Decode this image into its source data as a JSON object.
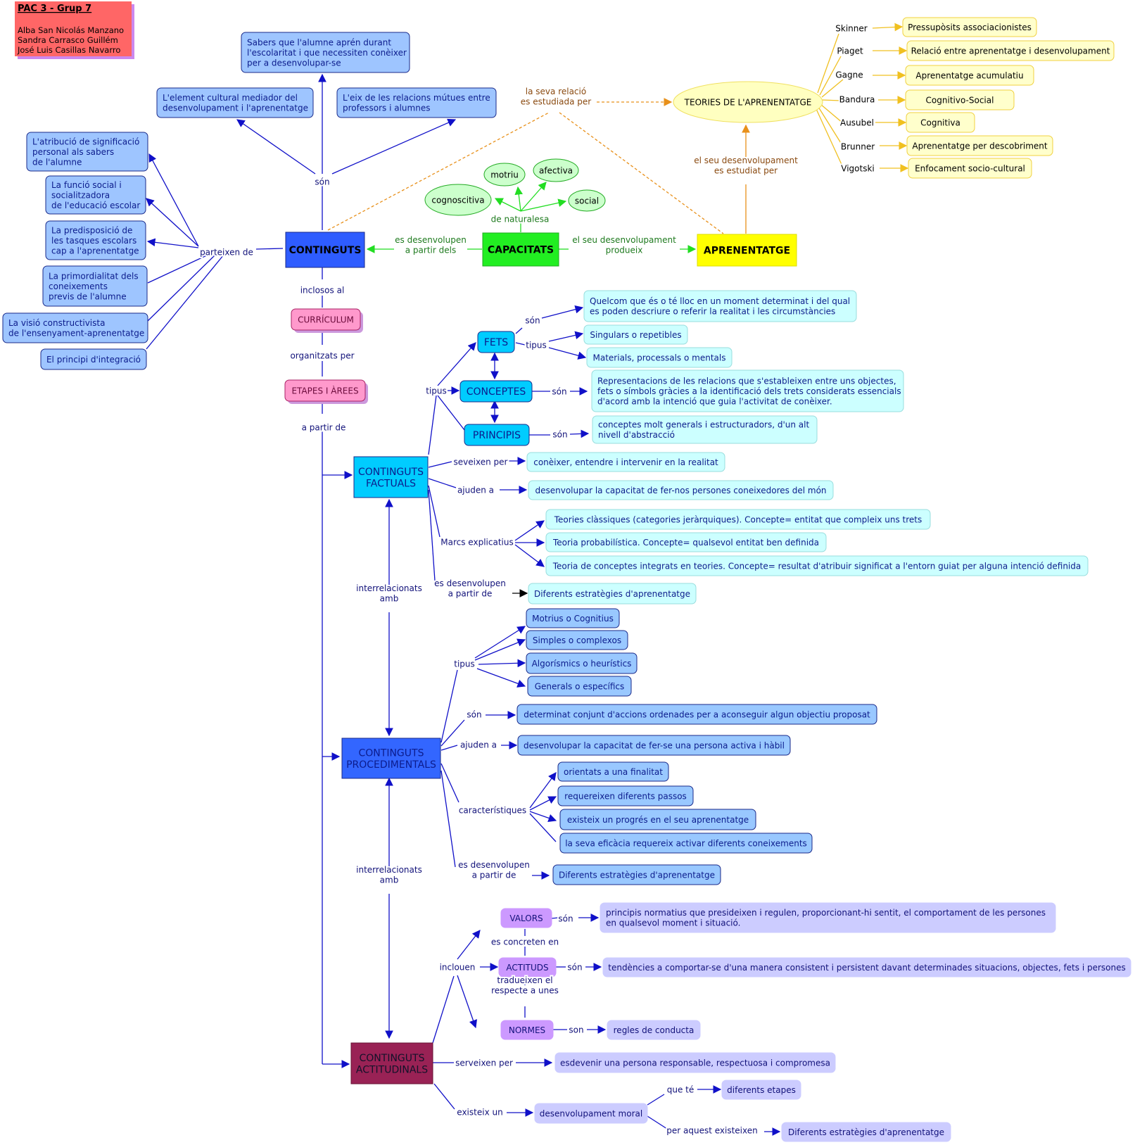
{
  "header": {
    "title": "PAC 3 - Grup 7",
    "authors": [
      "Alba San Nicolás Manzano",
      "Sandra Carrasco Guillém",
      "José Luis Casillas Navarro"
    ]
  },
  "colors": {
    "link": "#1010c8",
    "green_link": "#22dd22",
    "orange_link": "#e8901a",
    "yellow_link": "#f0c020",
    "label_dark": "#12127a",
    "label_green": "#1e7a1e",
    "label_brown": "#8a4a10"
  },
  "nodes": [
    {
      "id": "n_sabers",
      "name": "node-sabers",
      "text": "Sabers que l'alumne aprén durant\nl'escolaritat i que necessiten conèixer\nper a desenvolupar-se",
      "fill": "#9ec5ff",
      "stroke": "#1a2a8a",
      "color": "#0c1c8c"
    },
    {
      "id": "n_element",
      "name": "node-element-cultural",
      "text": "L'element cultural mediador del\ndesenvolupament i l'aprenentatge",
      "fill": "#9ec5ff",
      "stroke": "#1a2a8a",
      "color": "#0c1c8c"
    },
    {
      "id": "n_eix",
      "name": "node-eix-relacions",
      "text": "L'eix de les relacions mútues entre\nprofessors i alumnes",
      "fill": "#9ec5ff",
      "stroke": "#1a2a8a",
      "color": "#0c1c8c"
    },
    {
      "id": "n_atrib",
      "name": "node-atribucio",
      "text": "L'atribució de significació\npersonal als sabers\nde l'alumne",
      "fill": "#9ec5ff",
      "stroke": "#1a2a8a",
      "color": "#0c1c8c"
    },
    {
      "id": "n_funcio",
      "name": "node-funcio-social",
      "text": "La funció social i\nsocialitzadora\nde l'educació escolar",
      "fill": "#9ec5ff",
      "stroke": "#1a2a8a",
      "color": "#0c1c8c"
    },
    {
      "id": "n_predis",
      "name": "node-predisposicio",
      "text": "La predisposició de\nles tasques escolars\ncap a l'aprenentatge",
      "fill": "#9ec5ff",
      "stroke": "#1a2a8a",
      "color": "#0c1c8c"
    },
    {
      "id": "n_primor",
      "name": "node-primordialitat",
      "text": "La primordialitat dels\nconeixements\nprevis de l'alumne",
      "fill": "#9ec5ff",
      "stroke": "#1a2a8a",
      "color": "#0c1c8c"
    },
    {
      "id": "n_visio",
      "name": "node-visio-constructivista",
      "text": "La visió constructivista\nde l'ensenyament-aprenentatge",
      "fill": "#9ec5ff",
      "stroke": "#1a2a8a",
      "color": "#0c1c8c"
    },
    {
      "id": "n_principi",
      "name": "node-principi-integracio",
      "text": "El principi d'integració",
      "fill": "#9ec5ff",
      "stroke": "#1a2a8a",
      "color": "#0c1c8c"
    },
    {
      "id": "n_continguts",
      "name": "node-continguts",
      "text": "CONTINGUTS",
      "fill": "#2e5cff",
      "stroke": "#1a2a8a",
      "color": "#000000",
      "bold": true
    },
    {
      "id": "n_capacitats",
      "name": "node-capacitats",
      "text": "CAPACITATS",
      "fill": "#22ee22",
      "stroke": "#22aa22",
      "color": "#000000",
      "bold": true
    },
    {
      "id": "n_aprenentatge",
      "name": "node-aprenentatge",
      "text": "APRENENTATGE",
      "fill": "#ffff00",
      "stroke": "#dddd00",
      "color": "#000000",
      "bold": true
    },
    {
      "id": "n_teories",
      "name": "node-teories",
      "text": "TEORIES DE L'APRENENTATGE",
      "fill": "#ffffc0",
      "stroke": "#f0e060",
      "color": "#000000",
      "shape": "ellipse"
    },
    {
      "id": "n_motriu",
      "name": "node-motriu",
      "text": "motriu",
      "fill": "#ccffcc",
      "stroke": "#22aa22",
      "color": "#000000",
      "shape": "ellipse"
    },
    {
      "id": "n_afectiva",
      "name": "node-afectiva",
      "text": "afectiva",
      "fill": "#ccffcc",
      "stroke": "#22aa22",
      "color": "#000000",
      "shape": "ellipse"
    },
    {
      "id": "n_cognos",
      "name": "node-cognoscitiva",
      "text": "cognoscitiva",
      "fill": "#ccffcc",
      "stroke": "#22aa22",
      "color": "#000000",
      "shape": "ellipse"
    },
    {
      "id": "n_social",
      "name": "node-social",
      "text": "social",
      "fill": "#ccffcc",
      "stroke": "#22aa22",
      "color": "#000000",
      "shape": "ellipse"
    },
    {
      "id": "n_t1",
      "name": "node-pressuposits",
      "text": "Pressupòsits associacionistes",
      "fill": "#ffffcc",
      "stroke": "#f0d040",
      "color": "#000000"
    },
    {
      "id": "n_t2",
      "name": "node-relacio-aprenentatge",
      "text": "Relació entre aprenentatge i desenvolupament",
      "fill": "#ffffcc",
      "stroke": "#f0d040",
      "color": "#000000"
    },
    {
      "id": "n_t3",
      "name": "node-aprenentatge-acumulatiu",
      "text": "Aprenentatge acumulatiu",
      "fill": "#ffffcc",
      "stroke": "#f0d040",
      "color": "#000000"
    },
    {
      "id": "n_t4",
      "name": "node-cognitivo-social",
      "text": "Cognitivo-Social",
      "fill": "#ffffcc",
      "stroke": "#f0d040",
      "color": "#000000"
    },
    {
      "id": "n_t5",
      "name": "node-cognitiva",
      "text": "Cognitiva",
      "fill": "#ffffcc",
      "stroke": "#f0d040",
      "color": "#000000"
    },
    {
      "id": "n_t6",
      "name": "node-aprenentatge-descobriment",
      "text": "Aprenentatge per descobriment",
      "fill": "#ffffcc",
      "stroke": "#f0d040",
      "color": "#000000"
    },
    {
      "id": "n_t7",
      "name": "node-enfocament",
      "text": "Enfocament socio-cultural",
      "fill": "#ffffcc",
      "stroke": "#f0d040",
      "color": "#000000"
    },
    {
      "id": "n_curriculum",
      "name": "node-curriculum",
      "text": "CURRÍCULUM",
      "fill": "#ff99cc",
      "stroke": "#aa2266",
      "color": "#6a0a3a",
      "shadow": true
    },
    {
      "id": "n_etapes",
      "name": "node-etapes-arees",
      "text": "ETAPES I ÀREES",
      "fill": "#ff99cc",
      "stroke": "#aa2266",
      "color": "#6a0a3a",
      "shadow": true
    },
    {
      "id": "n_fets",
      "name": "node-fets",
      "text": "FETS",
      "fill": "#00ccff",
      "stroke": "#1a2a8a",
      "color": "#0c1c8c"
    },
    {
      "id": "n_conceptes",
      "name": "node-conceptes",
      "text": "CONCEPTES",
      "fill": "#00ccff",
      "stroke": "#1a2a8a",
      "color": "#0c1c8c"
    },
    {
      "id": "n_principis",
      "name": "node-principis",
      "text": "PRINCIPIS",
      "fill": "#00ccff",
      "stroke": "#1a2a8a",
      "color": "#0c1c8c"
    },
    {
      "id": "n_fets_son",
      "name": "node-fets-definicio",
      "text": "Quelcom que és o té lloc en un moment determinat i del qual\nes poden descriure o referir la realitat i les circumstàncies",
      "fill": "#ccffff",
      "stroke": "#99dddd",
      "color": "#0c1c8c"
    },
    {
      "id": "n_singulars",
      "name": "node-singulars",
      "text": "Singulars o repetibles",
      "fill": "#ccffff",
      "stroke": "#99dddd",
      "color": "#0c1c8c"
    },
    {
      "id": "n_materials",
      "name": "node-materials",
      "text": "Materials, processals o mentals",
      "fill": "#ccffff",
      "stroke": "#99dddd",
      "color": "#0c1c8c"
    },
    {
      "id": "n_repres",
      "name": "node-representacions",
      "text": "Representacions de les relacions que s'estableixen entre uns objectes,\nfets o símbols gràcies a la identificació dels trets considerats essencials\nd'acord amb la intenció que guia l'activitat de conèixer.",
      "fill": "#ccffff",
      "stroke": "#99dddd",
      "color": "#0c1c8c"
    },
    {
      "id": "n_generals",
      "name": "node-conceptes-generals",
      "text": "conceptes molt generals i estructuradors, d'un alt\nnivell d'abstracció",
      "fill": "#ccffff",
      "stroke": "#99dddd",
      "color": "#0c1c8c"
    },
    {
      "id": "n_factuals",
      "name": "node-continguts-factuals",
      "text": "CONTINGUTS\nFACTUALS",
      "fill": "#00ccff",
      "stroke": "#1a2a8a",
      "color": "#0c1c8c"
    },
    {
      "id": "n_coneixer",
      "name": "node-coneixer",
      "text": "conèixer, entendre i intervenir en la realitat",
      "fill": "#ccffff",
      "stroke": "#99dddd",
      "color": "#0c1c8c"
    },
    {
      "id": "n_desenv_coneix",
      "name": "node-desenvolupar-coneixedores",
      "text": "desenvolupar la capacitat de fer-nos persones coneixedores del món",
      "fill": "#ccffff",
      "stroke": "#99dddd",
      "color": "#0c1c8c"
    },
    {
      "id": "n_teor_class",
      "name": "node-teories-classiques",
      "text": "Teories clàssiques (categories jeràrquiques). Concepte= entitat que compleix uns trets",
      "fill": "#ccffff",
      "stroke": "#99dddd",
      "color": "#0c1c8c"
    },
    {
      "id": "n_teor_prob",
      "name": "node-teoria-probabilistica",
      "text": "Teoria probabilística. Concepte= qualsevol entitat ben definida",
      "fill": "#ccffff",
      "stroke": "#99dddd",
      "color": "#0c1c8c"
    },
    {
      "id": "n_teor_integ",
      "name": "node-teoria-integrats",
      "text": "Teoria de conceptes integrats en teories. Concepte= resultat d'atribuir significat a l'entorn guiat per alguna intenció definida",
      "fill": "#ccffff",
      "stroke": "#99dddd",
      "color": "#0c1c8c"
    },
    {
      "id": "n_estr1",
      "name": "node-estrategies-factuals",
      "text": "Diferents estratègies d'aprenentatge",
      "fill": "#ccffff",
      "stroke": "#99dddd",
      "color": "#0c1c8c"
    },
    {
      "id": "n_motrius",
      "name": "node-motrius",
      "text": "Motrius o Cognitius",
      "fill": "#99c8ff",
      "stroke": "#1a2a8a",
      "color": "#0c1c8c"
    },
    {
      "id": "n_simples",
      "name": "node-simples",
      "text": "Simples o complexos",
      "fill": "#99c8ff",
      "stroke": "#1a2a8a",
      "color": "#0c1c8c"
    },
    {
      "id": "n_algoris",
      "name": "node-algorismics",
      "text": "Algorísmics o heurístics",
      "fill": "#99c8ff",
      "stroke": "#1a2a8a",
      "color": "#0c1c8c"
    },
    {
      "id": "n_generals2",
      "name": "node-generals-especifics",
      "text": "Generals o específics",
      "fill": "#99c8ff",
      "stroke": "#1a2a8a",
      "color": "#0c1c8c"
    },
    {
      "id": "n_determinat",
      "name": "node-determinat-conjunt",
      "text": "determinat conjunt d'accions ordenades per a aconseguir algun objectiu proposat",
      "fill": "#99c8ff",
      "stroke": "#1a2a8a",
      "color": "#0c1c8c"
    },
    {
      "id": "n_activa",
      "name": "node-persona-activa",
      "text": "desenvolupar la capacitat de fer-se una persona activa i hàbil",
      "fill": "#99c8ff",
      "stroke": "#1a2a8a",
      "color": "#0c1c8c"
    },
    {
      "id": "n_proced",
      "name": "node-continguts-procedimentals",
      "text": "CONTINGUTS\nPROCEDIMENTALS",
      "fill": "#3366ff",
      "stroke": "#1a2a8a",
      "color": "#0c1c8c"
    },
    {
      "id": "n_orientats",
      "name": "node-orientats",
      "text": "orientats a una finalitat",
      "fill": "#99c8ff",
      "stroke": "#1a2a8a",
      "color": "#0c1c8c"
    },
    {
      "id": "n_requereixen",
      "name": "node-requereixen",
      "text": "requereixen diferents passos",
      "fill": "#99c8ff",
      "stroke": "#1a2a8a",
      "color": "#0c1c8c"
    },
    {
      "id": "n_progres",
      "name": "node-progres",
      "text": "existeix un progrés en el seu aprenentatge",
      "fill": "#99c8ff",
      "stroke": "#1a2a8a",
      "color": "#0c1c8c"
    },
    {
      "id": "n_eficacia",
      "name": "node-eficacia",
      "text": "la seva eficàcia requereix activar diferents coneixements",
      "fill": "#99c8ff",
      "stroke": "#1a2a8a",
      "color": "#0c1c8c"
    },
    {
      "id": "n_estr2",
      "name": "node-estrategies-procedimentals",
      "text": "Diferents estratègies d'aprenentatge",
      "fill": "#99c8ff",
      "stroke": "#1a2a8a",
      "color": "#0c1c8c"
    },
    {
      "id": "n_valors",
      "name": "node-valors",
      "text": "VALORS",
      "fill": "#cc99ff",
      "stroke": "#cc99ff",
      "color": "#12127a"
    },
    {
      "id": "n_actituds",
      "name": "node-actituds",
      "text": "ACTITUDS",
      "fill": "#cc99ff",
      "stroke": "#cc99ff",
      "color": "#12127a"
    },
    {
      "id": "n_normes",
      "name": "node-normes",
      "text": "NORMES",
      "fill": "#cc99ff",
      "stroke": "#cc99ff",
      "color": "#12127a"
    },
    {
      "id": "n_principis_norm",
      "name": "node-principis-normatius",
      "text": "principis normatius que presideixen i regulen, proporcionant-hi sentit, el comportament de les persones\nen qualsevol moment i situació.",
      "fill": "#ccccff",
      "stroke": "#ccccff",
      "color": "#12127a"
    },
    {
      "id": "n_tendencies",
      "name": "node-tendencies",
      "text": "tendències a comportar-se d'una manera consistent i persistent davant determinades situacions, objectes, fets i persones",
      "fill": "#ccccff",
      "stroke": "#ccccff",
      "color": "#12127a"
    },
    {
      "id": "n_regles",
      "name": "node-regles-conducta",
      "text": "regles de conducta",
      "fill": "#ccccff",
      "stroke": "#ccccff",
      "color": "#12127a"
    },
    {
      "id": "n_actitudinals",
      "name": "node-continguts-actitudinals",
      "text": "CONTINGUTS\nACTITUDINALS",
      "fill": "#992255",
      "stroke": "#661133",
      "color": "#12122a"
    },
    {
      "id": "n_responsable",
      "name": "node-persona-responsable",
      "text": "esdevenir una persona responsable, respectuosa i compromesa",
      "fill": "#ccccff",
      "stroke": "#ccccff",
      "color": "#12127a"
    },
    {
      "id": "n_moral",
      "name": "node-desenvolupament-moral",
      "text": "desenvolupament moral",
      "fill": "#ccccff",
      "stroke": "#ccccff",
      "color": "#12127a"
    },
    {
      "id": "n_etapes2",
      "name": "node-diferents-etapes",
      "text": "diferents etapes",
      "fill": "#ccccff",
      "stroke": "#ccccff",
      "color": "#12127a"
    },
    {
      "id": "n_estr3",
      "name": "node-estrategies-actitudinals",
      "text": "Diferents estratègies d'aprenentatge",
      "fill": "#ccccff",
      "stroke": "#ccccff",
      "color": "#12127a"
    }
  ],
  "labels": [
    {
      "id": "l_son1",
      "name": "label-son",
      "text": "són",
      "color": "#12127a"
    },
    {
      "id": "l_parteixen",
      "name": "label-parteixen-de",
      "text": "parteixen de",
      "color": "#12127a"
    },
    {
      "id": "l_inclosos",
      "name": "label-inclosos-al",
      "text": "inclosos al",
      "color": "#12127a"
    },
    {
      "id": "l_organitzats",
      "name": "label-organitzats-per",
      "text": "organitzats per",
      "color": "#12127a"
    },
    {
      "id": "l_apartir",
      "name": "label-a-partir-de",
      "text": "a partir de",
      "color": "#12127a"
    },
    {
      "id": "l_desenvolupen",
      "name": "label-es-desenvolupen-a-partir-dels",
      "text": "es desenvolupen\na partir dels",
      "color": "#1e7a1e"
    },
    {
      "id": "l_produeix",
      "name": "label-desenvolupament-produeix",
      "text": "el seu desenvolupament\nprodueix",
      "color": "#1e7a1e"
    },
    {
      "id": "l_naturalesa",
      "name": "label-de-naturalesa",
      "text": "de naturalesa",
      "color": "#1e7a1e"
    },
    {
      "id": "l_estudiada",
      "name": "label-relacio-estudiada",
      "text": "la seva relació\nes estudiada per",
      "color": "#8a4a10"
    },
    {
      "id": "l_estudiat",
      "name": "label-desenvolupament-estudiat",
      "text": "el seu desenvolupament\nes estudiat per",
      "color": "#8a4a10"
    },
    {
      "id": "l_skinner",
      "name": "label-skinner",
      "text": "Skinner",
      "color": "#000000"
    },
    {
      "id": "l_piaget",
      "name": "label-piaget",
      "text": "Piaget",
      "color": "#000000"
    },
    {
      "id": "l_gagne",
      "name": "label-gagne",
      "text": "Gagne",
      "color": "#000000"
    },
    {
      "id": "l_bandura",
      "name": "label-bandura",
      "text": "Bandura",
      "color": "#000000"
    },
    {
      "id": "l_ausubel",
      "name": "label-ausubel",
      "text": "Ausubel",
      "color": "#000000"
    },
    {
      "id": "l_brunner",
      "name": "label-brunner",
      "text": "Brunner",
      "color": "#000000"
    },
    {
      "id": "l_vigotski",
      "name": "label-vigotski",
      "text": "Vigotski",
      "color": "#000000"
    },
    {
      "id": "l_tipus1",
      "name": "label-tipus",
      "text": "tipus",
      "color": "#12127a"
    },
    {
      "id": "l_son_fets",
      "name": "label-son-fets",
      "text": "són",
      "color": "#12127a"
    },
    {
      "id": "l_tipus_fets",
      "name": "label-tipus-fets",
      "text": "tipus",
      "color": "#12127a"
    },
    {
      "id": "l_son_conc",
      "name": "label-son-conceptes",
      "text": "són",
      "color": "#12127a"
    },
    {
      "id": "l_son_princ",
      "name": "label-son-principis",
      "text": "són",
      "color": "#12127a"
    },
    {
      "id": "l_seveixen",
      "name": "label-seveixen-per",
      "text": "seveixen per",
      "color": "#12127a"
    },
    {
      "id": "l_ajuden1",
      "name": "label-ajuden-a",
      "text": "ajuden a",
      "color": "#12127a"
    },
    {
      "id": "l_marcs",
      "name": "label-marcs-explicatius",
      "text": "Marcs explicatius",
      "color": "#12127a"
    },
    {
      "id": "l_esdes1",
      "name": "label-es-desenvolupen-1",
      "text": "es desenvolupen\na partir de",
      "color": "#12127a"
    },
    {
      "id": "l_inter1",
      "name": "label-interrelacionats-1",
      "text": "interrelacionats\namb",
      "color": "#12127a"
    },
    {
      "id": "l_tipus2",
      "name": "label-tipus-procediments",
      "text": "tipus",
      "color": "#12127a"
    },
    {
      "id": "l_son2",
      "name": "label-son-procediments",
      "text": "són",
      "color": "#12127a"
    },
    {
      "id": "l_ajuden2",
      "name": "label-ajuden-a-procediments",
      "text": "ajuden a",
      "color": "#12127a"
    },
    {
      "id": "l_caract",
      "name": "label-caracteristiques",
      "text": "característiques",
      "color": "#12127a"
    },
    {
      "id": "l_esdes2",
      "name": "label-es-desenvolupen-2",
      "text": "es desenvolupen\na partir de",
      "color": "#12127a"
    },
    {
      "id": "l_inter2",
      "name": "label-interrelacionats-2",
      "text": "interrelacionats\namb",
      "color": "#12127a"
    },
    {
      "id": "l_son_val",
      "name": "label-son-valors",
      "text": "són",
      "color": "#12127a"
    },
    {
      "id": "l_concreten",
      "name": "label-es-concreten-en",
      "text": "es concreten en",
      "color": "#12127a"
    },
    {
      "id": "l_inclouen",
      "name": "label-inclouen",
      "text": "inclouen",
      "color": "#12127a"
    },
    {
      "id": "l_son_act",
      "name": "label-son-actituds",
      "text": "són",
      "color": "#12127a"
    },
    {
      "id": "l_tradueixen",
      "name": "label-tradueixen",
      "text": "tradueixen el\nrespecte a unes",
      "color": "#12127a"
    },
    {
      "id": "l_son_norm",
      "name": "label-son-normes",
      "text": "son",
      "color": "#12127a"
    },
    {
      "id": "l_serveixen",
      "name": "label-serveixen-per",
      "text": "serveixen per",
      "color": "#12127a"
    },
    {
      "id": "l_existeix",
      "name": "label-existeix-un",
      "text": "existeix un",
      "color": "#12127a"
    },
    {
      "id": "l_quete",
      "name": "label-que-te",
      "text": "que té",
      "color": "#12127a"
    },
    {
      "id": "l_peraquest",
      "name": "label-per-aquest-existeixen",
      "text": "per aquest existeixen",
      "color": "#12127a"
    }
  ]
}
